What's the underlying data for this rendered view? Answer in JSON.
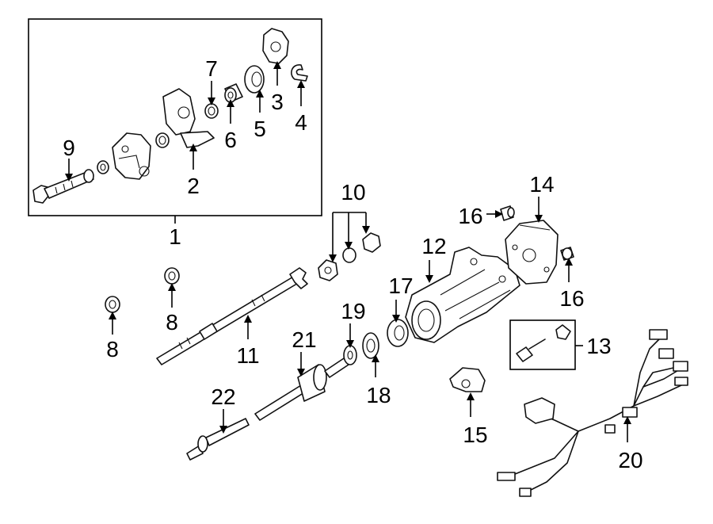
{
  "callouts": [
    {
      "id": "1",
      "label": "1"
    },
    {
      "id": "2",
      "label": "2"
    },
    {
      "id": "3",
      "label": "3"
    },
    {
      "id": "4",
      "label": "4"
    },
    {
      "id": "5",
      "label": "5"
    },
    {
      "id": "6",
      "label": "6"
    },
    {
      "id": "7",
      "label": "7"
    },
    {
      "id": "8a",
      "label": "8"
    },
    {
      "id": "8b",
      "label": "8"
    },
    {
      "id": "9",
      "label": "9"
    },
    {
      "id": "10",
      "label": "10"
    },
    {
      "id": "11",
      "label": "11"
    },
    {
      "id": "12",
      "label": "12"
    },
    {
      "id": "13",
      "label": "13"
    },
    {
      "id": "14",
      "label": "14"
    },
    {
      "id": "15",
      "label": "15"
    },
    {
      "id": "16a",
      "label": "16"
    },
    {
      "id": "16b",
      "label": "16"
    },
    {
      "id": "17",
      "label": "17"
    },
    {
      "id": "18",
      "label": "18"
    },
    {
      "id": "19",
      "label": "19"
    },
    {
      "id": "20",
      "label": "20"
    },
    {
      "id": "21",
      "label": "21"
    },
    {
      "id": "22",
      "label": "22"
    }
  ]
}
